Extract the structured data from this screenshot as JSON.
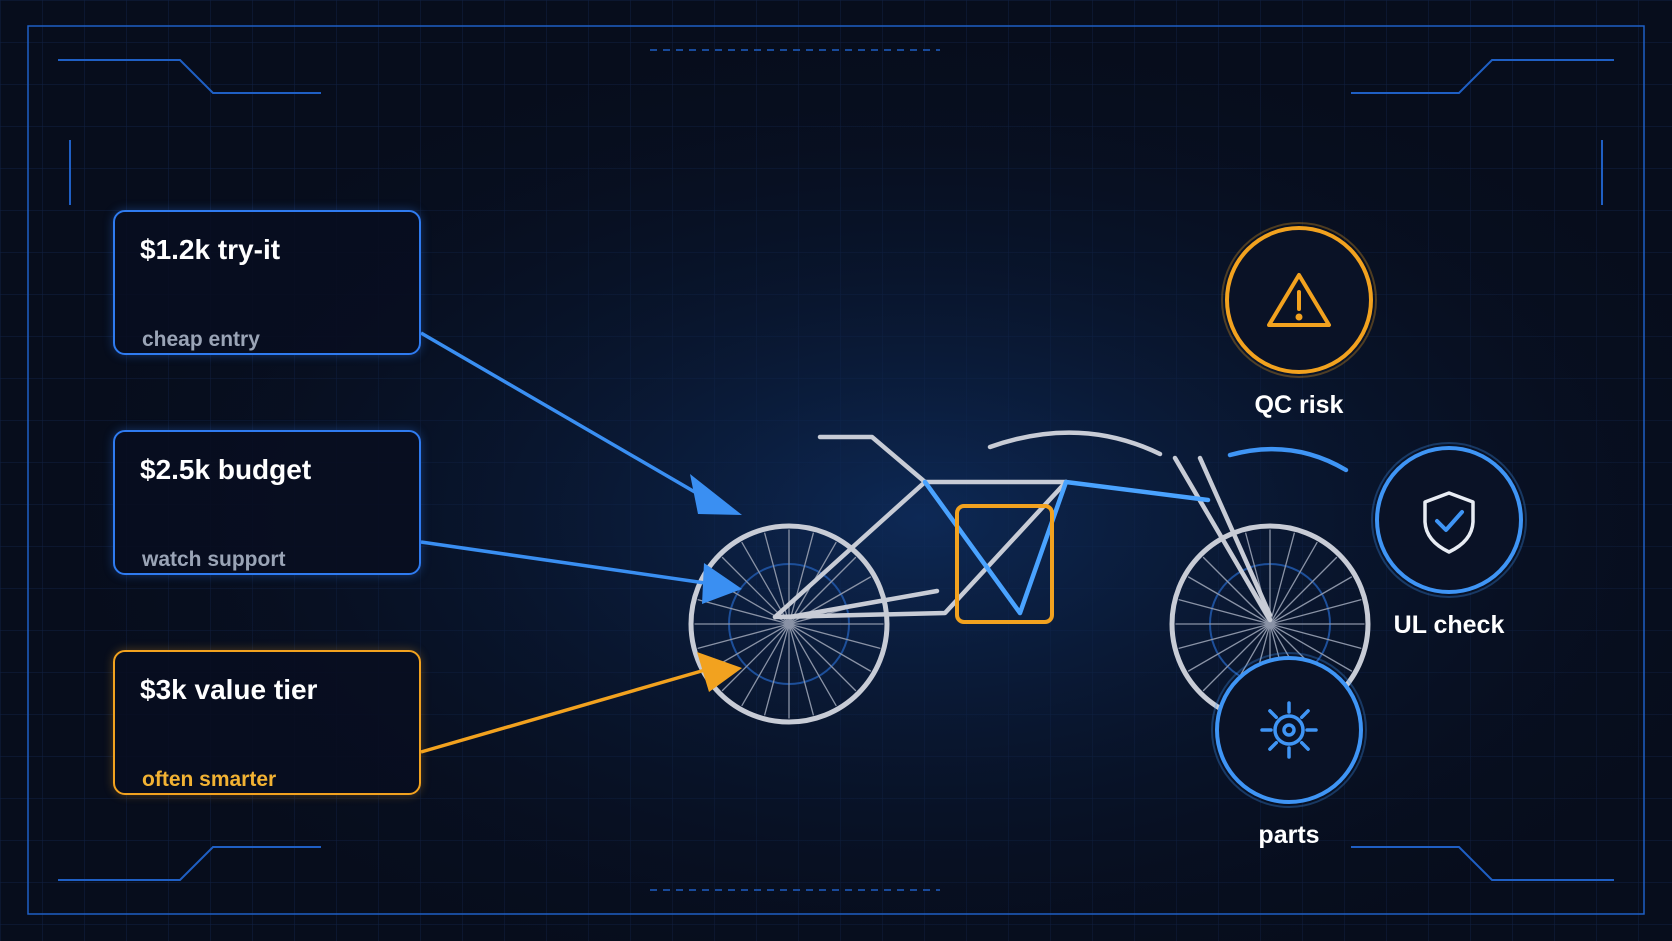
{
  "tiers": [
    {
      "title": "$1.2k try-it",
      "subtitle": "cheap entry",
      "accent": "#2f7bf0"
    },
    {
      "title": "$2.5k budget",
      "subtitle": "watch support",
      "accent": "#2f7bf0"
    },
    {
      "title": "$3k value tier",
      "subtitle": "often smarter",
      "accent": "#f2a21f"
    }
  ],
  "checks": [
    {
      "label": "QC risk",
      "icon": "warning-icon",
      "accent": "#f2a21f"
    },
    {
      "label": "UL check",
      "icon": "shield-check-icon",
      "accent": "#3f95f5"
    },
    {
      "label": "parts",
      "icon": "gear-icon",
      "accent": "#3f95f5"
    }
  ],
  "colors": {
    "background": "#070d1c",
    "blue": "#2f7bf0",
    "light_blue": "#4aa3ff",
    "orange": "#f2a21f",
    "bike": "#c8ccd6"
  }
}
